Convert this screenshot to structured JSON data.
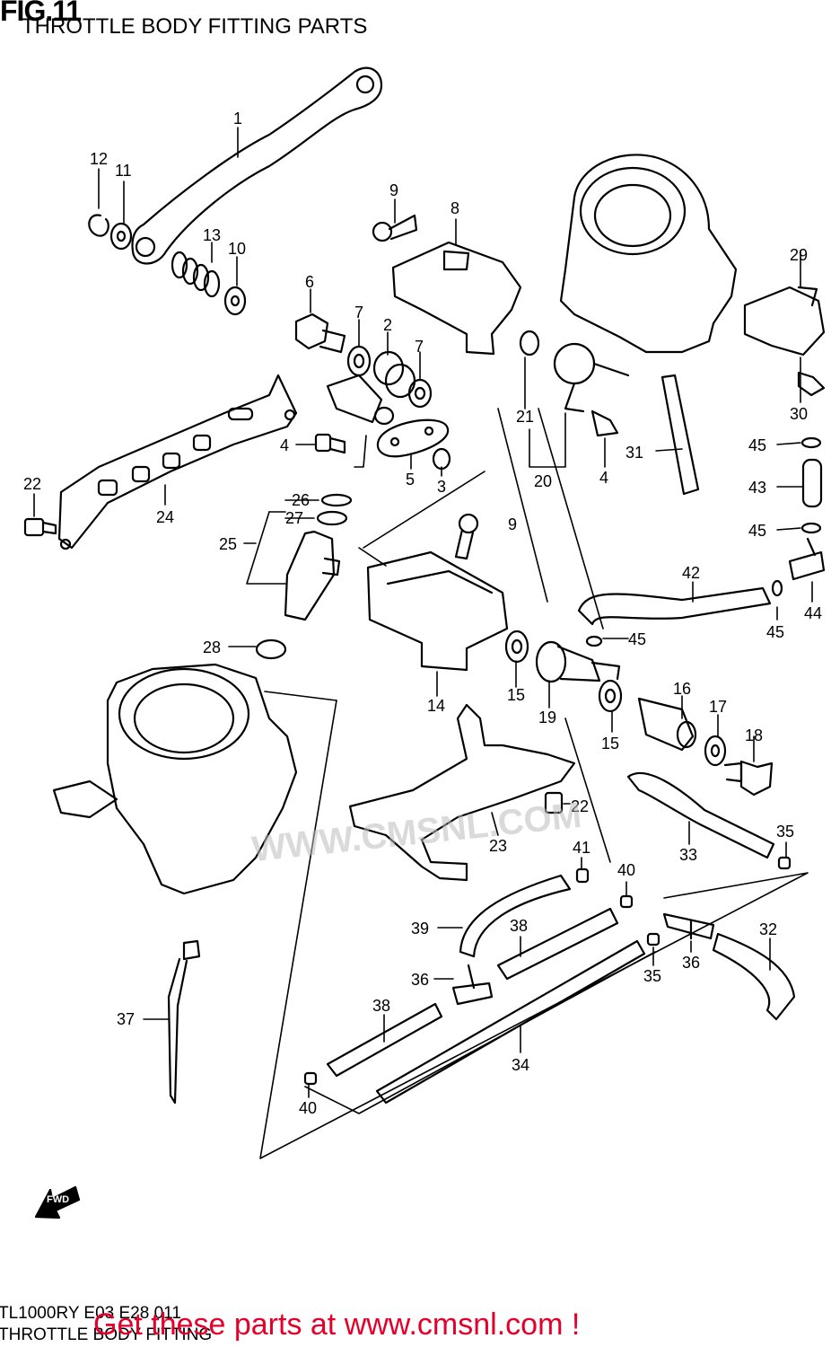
{
  "header": {
    "fig_label": "FIG.11",
    "title": "THROTTLE BODY FITTING PARTS"
  },
  "watermark": {
    "text": "WWW.CMSNL.COM"
  },
  "fwd_label": "FWD",
  "callouts": [
    "1",
    "2",
    "3",
    "4",
    "4",
    "5",
    "6",
    "7",
    "7",
    "8",
    "9",
    "9",
    "10",
    "11",
    "12",
    "13",
    "14",
    "15",
    "15",
    "16",
    "17",
    "18",
    "19",
    "20",
    "21",
    "22",
    "22",
    "23",
    "24",
    "25",
    "26",
    "27",
    "28",
    "29",
    "30",
    "31",
    "32",
    "33",
    "34",
    "35",
    "35",
    "36",
    "36",
    "37",
    "38",
    "38",
    "39",
    "40",
    "40",
    "41",
    "42",
    "43",
    "44",
    "45",
    "45",
    "45",
    "45"
  ],
  "footer": {
    "ref_code": "TL1000RY E03 E28 011",
    "ref_name": "THROTTLE BODY FITTING",
    "link_text": "Get these parts at www.cmsnl.com !"
  },
  "colors": {
    "line": "#000000",
    "link": "#e4002b",
    "watermark": "#bcbcbc"
  }
}
